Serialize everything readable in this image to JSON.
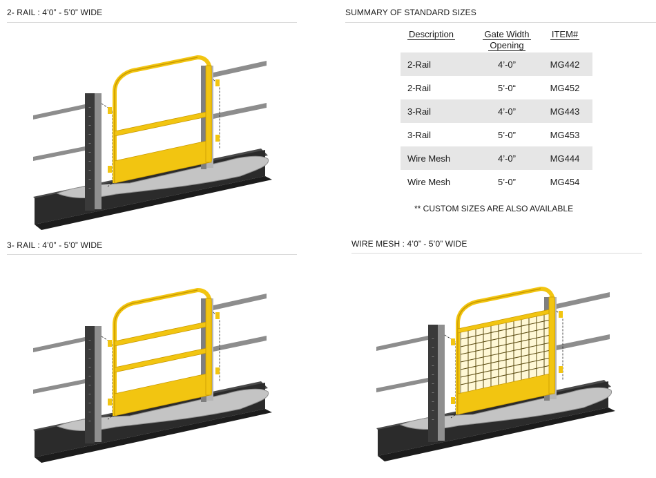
{
  "sections": {
    "two_rail": "2- RAIL :  4’0” - 5’0” WIDE",
    "three_rail": "3- RAIL :  4’0” - 5’0” WIDE",
    "wire_mesh": "WIRE MESH :  4’0” - 5’0” WIDE",
    "summary": "SUMMARY OF STANDARD SIZES"
  },
  "table": {
    "headers": [
      "Description",
      "Gate Width",
      "Opening",
      "ITEM#"
    ],
    "rows": [
      [
        "2-Rail",
        "4’-0”",
        "MG442"
      ],
      [
        "2-Rail",
        "5’-0“",
        "MG452"
      ],
      [
        "3-Rail",
        "4’-0”",
        "MG443"
      ],
      [
        "3-Rail",
        "5’-0”",
        "MG453"
      ],
      [
        "Wire Mesh",
        "4’-0”",
        "MG444"
      ],
      [
        "Wire Mesh",
        "5’-0”",
        "MG454"
      ]
    ]
  },
  "note": "** CUSTOM SIZES ARE ALSO AVAILABLE",
  "colors": {
    "gate_yellow": "#f2c511",
    "gate_yellow_dark": "#c99a00",
    "post_gray": "#8a8a8a",
    "rail_gray": "#a9a9a9",
    "beam_dark": "#2b2b2b",
    "plate_gray": "#bdbdbd"
  }
}
